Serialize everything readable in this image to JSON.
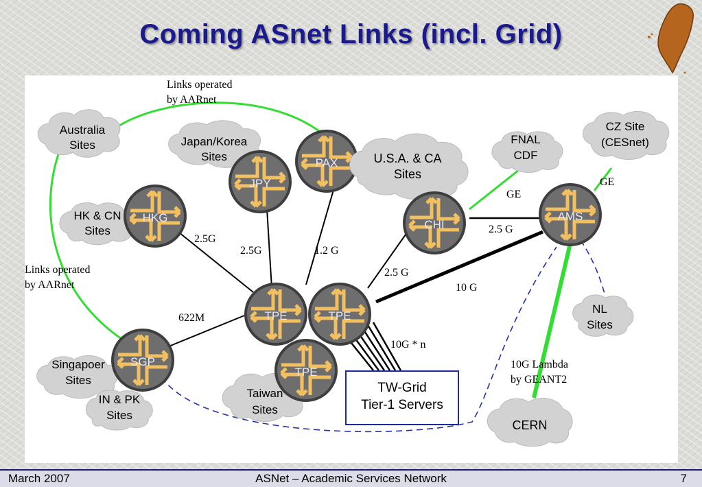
{
  "slide": {
    "title": "Coming ASnet Links (incl. Grid)"
  },
  "footer": {
    "date": "March 2007",
    "center": "ASNet – Academic Services Network",
    "page": "7"
  },
  "diagram": {
    "routers": {
      "pax": "PAX",
      "jpy": "JPY",
      "hkg": "HKG",
      "chi": "CHI",
      "ams": "AMS",
      "tpe1": "TPE",
      "tpe2": "TPE",
      "tpe3": "TPE",
      "sgp": "SGP"
    },
    "clouds": {
      "australia": [
        "Australia",
        "Sites"
      ],
      "japan_korea": [
        "Japan/Korea",
        "Sites"
      ],
      "usa_ca": [
        "U.S.A. & CA",
        "Sites"
      ],
      "fnal": [
        "FNAL",
        "CDF"
      ],
      "cz": [
        "CZ Site",
        "(CESnet)"
      ],
      "hk_cn": [
        "HK & CN",
        "Sites"
      ],
      "nl": [
        "NL",
        "Sites"
      ],
      "singapore": [
        "Singapoer",
        "Sites"
      ],
      "in_pk": [
        "IN & PK",
        "Sites"
      ],
      "taiwan": [
        "Taiwan",
        "Sites"
      ],
      "cern": [
        "CERN"
      ]
    },
    "server_box": [
      "TW-Grid",
      "Tier-1 Servers"
    ],
    "link_labels": {
      "aarnet_top": [
        "Links operated",
        "by AARnet"
      ],
      "aarnet_left": [
        "Links operated",
        "by AARnet"
      ],
      "hkg": "2.5G",
      "jpy": "2.5G",
      "pax": "1.2 G",
      "chi": "2.5 G",
      "ams": "10 G",
      "chi_ams": "2.5 G",
      "fnal": "GE",
      "cz": "GE",
      "sgp": "622M",
      "tier1": "10G * n",
      "cern": [
        "10G Lambda",
        "by GEANT2"
      ]
    },
    "colors": {
      "router_body": "#6e6e6e",
      "arrow": "#f2c060",
      "green_link": "#33dd33",
      "dashed_link": "#2233aa",
      "cloud": "#d2d2d2",
      "title": "#1a1a8c"
    }
  }
}
